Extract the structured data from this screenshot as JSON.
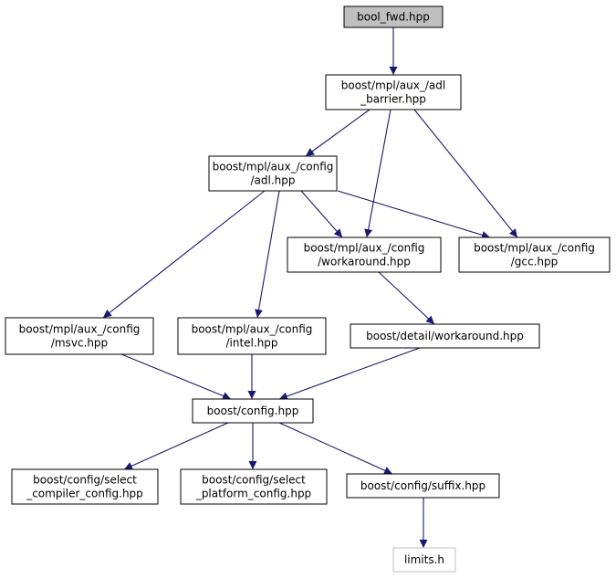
{
  "colors": {
    "edge": "#191970",
    "node_border": "#000000",
    "root_fill": "#bfbfbf",
    "node_fill": "#ffffff",
    "external_border": "#bfbfbf"
  },
  "nodes": [
    {
      "id": "bool_fwd",
      "lines": [
        "bool_fwd.hpp"
      ],
      "style": "root"
    },
    {
      "id": "adl_barrier",
      "lines": [
        "boost/mpl/aux_/adl",
        "_barrier.hpp"
      ],
      "style": "normal"
    },
    {
      "id": "config_adl",
      "lines": [
        "boost/mpl/aux_/config",
        "/adl.hpp"
      ],
      "style": "normal"
    },
    {
      "id": "config_workaround",
      "lines": [
        "boost/mpl/aux_/config",
        "/workaround.hpp"
      ],
      "style": "normal"
    },
    {
      "id": "config_gcc",
      "lines": [
        "boost/mpl/aux_/config",
        "/gcc.hpp"
      ],
      "style": "normal"
    },
    {
      "id": "config_msvc",
      "lines": [
        "boost/mpl/aux_/config",
        "/msvc.hpp"
      ],
      "style": "normal"
    },
    {
      "id": "config_intel",
      "lines": [
        "boost/mpl/aux_/config",
        "/intel.hpp"
      ],
      "style": "normal"
    },
    {
      "id": "detail_workaround",
      "lines": [
        "boost/detail/workaround.hpp"
      ],
      "style": "normal"
    },
    {
      "id": "boost_config",
      "lines": [
        "boost/config.hpp"
      ],
      "style": "normal"
    },
    {
      "id": "select_compiler",
      "lines": [
        "boost/config/select",
        "_compiler_config.hpp"
      ],
      "style": "normal"
    },
    {
      "id": "select_platform",
      "lines": [
        "boost/config/select",
        "_platform_config.hpp"
      ],
      "style": "normal"
    },
    {
      "id": "suffix",
      "lines": [
        "boost/config/suffix.hpp"
      ],
      "style": "normal"
    },
    {
      "id": "limits",
      "lines": [
        "limits.h"
      ],
      "style": "external"
    }
  ],
  "edges": [
    [
      "bool_fwd",
      "adl_barrier"
    ],
    [
      "adl_barrier",
      "config_adl"
    ],
    [
      "adl_barrier",
      "config_workaround"
    ],
    [
      "adl_barrier",
      "config_gcc"
    ],
    [
      "config_adl",
      "config_workaround"
    ],
    [
      "config_adl",
      "config_gcc"
    ],
    [
      "config_adl",
      "config_msvc"
    ],
    [
      "config_adl",
      "config_intel"
    ],
    [
      "config_workaround",
      "detail_workaround"
    ],
    [
      "config_msvc",
      "boost_config"
    ],
    [
      "config_intel",
      "boost_config"
    ],
    [
      "detail_workaround",
      "boost_config"
    ],
    [
      "boost_config",
      "select_compiler"
    ],
    [
      "boost_config",
      "select_platform"
    ],
    [
      "boost_config",
      "suffix"
    ],
    [
      "suffix",
      "limits"
    ]
  ]
}
